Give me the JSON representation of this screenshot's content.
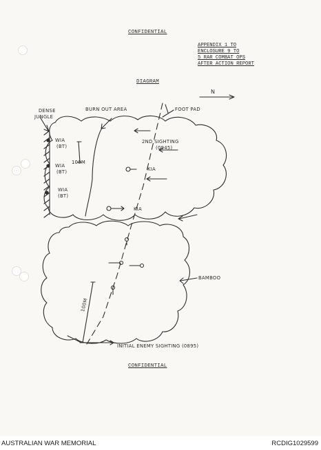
{
  "document": {
    "classification_top": "CONFIDENTIAL",
    "classification_bottom": "CONFIDENTIAL",
    "appendix_lines": [
      "APPENDIX 1 TO",
      "ENCLOSURE 9 TO",
      "5 RAR COMBAT OPS",
      "AFTER ACTION REPORT"
    ],
    "diagram_title": "DIAGRAM"
  },
  "diagram": {
    "north_label": "N",
    "labels": {
      "dense_jungle_1": "DENSE",
      "dense_jungle_2": "JUNGLE",
      "burnt_out_area": "BURN OUT AREA",
      "foot_pad": "FOOT PAD",
      "second_sighting": "2ND SIGHTING",
      "second_sighting_time": "(0945)",
      "wia_1": "WIA",
      "wia_1_unit": "(BT)",
      "wia_2": "WIA",
      "wia_2_unit": "(BT)",
      "wia_3": "WIA",
      "wia_3_unit": "(BT)",
      "distance_upper": "100M",
      "kia_1": "KIA",
      "kia_2": "KIA",
      "bamboo": "BAMBOO",
      "distance_lower": "100M",
      "initial_sighting": "INITIAL ENEMY SIGHTING (0895)"
    }
  },
  "footer": {
    "source": "AUSTRALIAN WAR MEMORIAL",
    "reference": "RCDIG1029599"
  }
}
